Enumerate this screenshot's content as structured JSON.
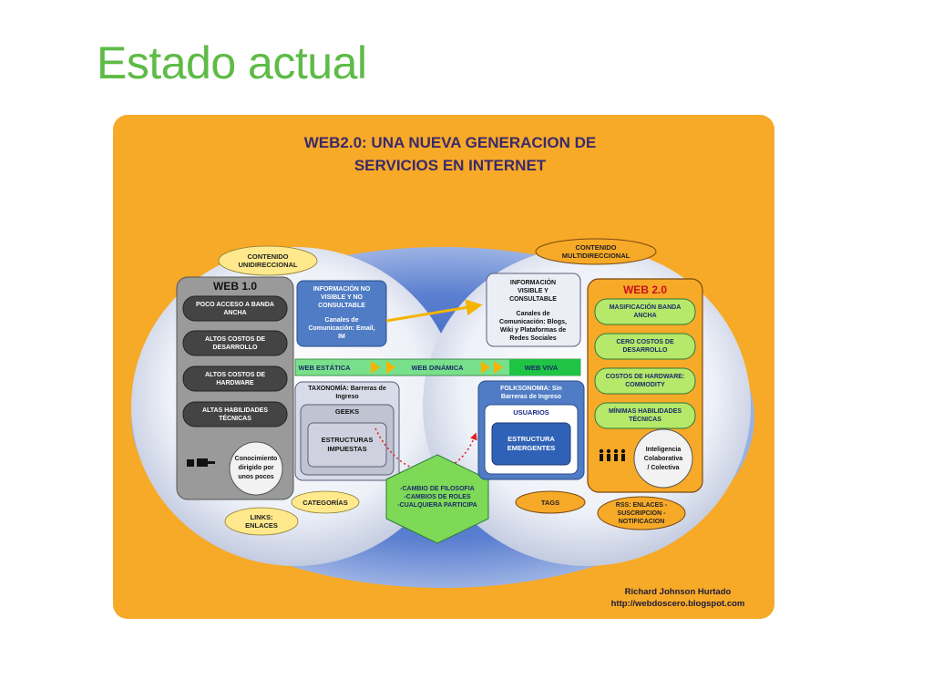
{
  "slide": {
    "title": "Estado actual"
  },
  "diagram": {
    "title_line1": "WEB2.0: UNA NUEVA GENERACION DE",
    "title_line2": "SERVICIOS EN INTERNET",
    "colors": {
      "background": "#f7a928",
      "title": "#3a2a6a",
      "web1_panel": "#9a9a9a",
      "web2_panel": "#f7a928",
      "pill_dark": "#444444",
      "pill_green": "#b6e86a",
      "info_blue": "#4f7cc4",
      "strip_green": "#78e08a",
      "hexagon": "#7ed957",
      "ellipse_yellow": "#ffe98c"
    },
    "left": {
      "label_contenido": [
        "CONTENIDO",
        "UNIDIRECCIONAL"
      ],
      "web_label": "WEB 1.0",
      "pills": [
        [
          "POCO ACCESO A BANDA",
          "ANCHA"
        ],
        [
          "ALTOS COSTOS DE",
          "DESARROLLO"
        ],
        [
          "ALTOS COSTOS DE",
          "HARDWARE"
        ],
        [
          "ALTAS HABILIDADES",
          "TÉCNICAS"
        ]
      ],
      "conocimiento": [
        "Conocimiento",
        "dirigido por",
        "unos pocos"
      ],
      "info": [
        "INFORMACIÓN NO",
        "VISIBLE Y NO",
        "CONSULTABLE"
      ],
      "canales": [
        "Canales de",
        "Comunicación: Email,",
        "IM"
      ],
      "taxonomia": [
        "TAXONOMÍA: Barreras de",
        "Ingreso"
      ],
      "geeks": "GEEKS",
      "estructuras": [
        "ESTRUCTURAS",
        "IMPUESTAS"
      ],
      "categorias": "CATEGORÍAS",
      "links": [
        "LINKS:",
        "ENLACES"
      ]
    },
    "strip": {
      "estatica": "WEB ESTÁTICA",
      "dinamica": "WEB DINÁMICA",
      "viva": "WEB VIVA"
    },
    "hexagon": [
      "-CAMBIO DE FILOSOFIA",
      "-CAMBIOS DE ROLES",
      "-CUALQUIERA PARTICIPA"
    ],
    "right": {
      "label_contenido": [
        "CONTENIDO",
        "MULTIDIRECCIONAL"
      ],
      "web_label": "WEB 2.0",
      "pills": [
        [
          "MASIFICACIÓN BANDA",
          "ANCHA"
        ],
        [
          "CERO COSTOS DE",
          "DESARROLLO"
        ],
        [
          "COSTOS DE HARDWARE:",
          "COMMODITY"
        ],
        [
          "MÍNIMAS HABILIDADES",
          "TÉCNICAS"
        ]
      ],
      "inteligencia": [
        "Inteligencia",
        "Colaborativa",
        "/ Colectiva"
      ],
      "info": [
        "INFORMACIÓN",
        "VISIBLE Y",
        "CONSULTABLE"
      ],
      "canales": [
        "Canales de",
        "Comunicación: Blogs,",
        "Wiki y Plataformas de",
        "Redes Sociales"
      ],
      "folksonomia": [
        "FOLKSONOMIA: Sin",
        "Barreras de Ingreso"
      ],
      "usuarios": "USUARIOS",
      "estructura": [
        "ESTRUCTURA",
        "EMERGENTES"
      ],
      "tags": "TAGS",
      "rss": [
        "RSS: ENLACES -",
        "SUSCRIPCION -",
        "NOTIFICACION"
      ]
    },
    "credit": {
      "name": "Richard Johnson Hurtado",
      "url": "http://webdoscero.blogspot.com"
    }
  }
}
